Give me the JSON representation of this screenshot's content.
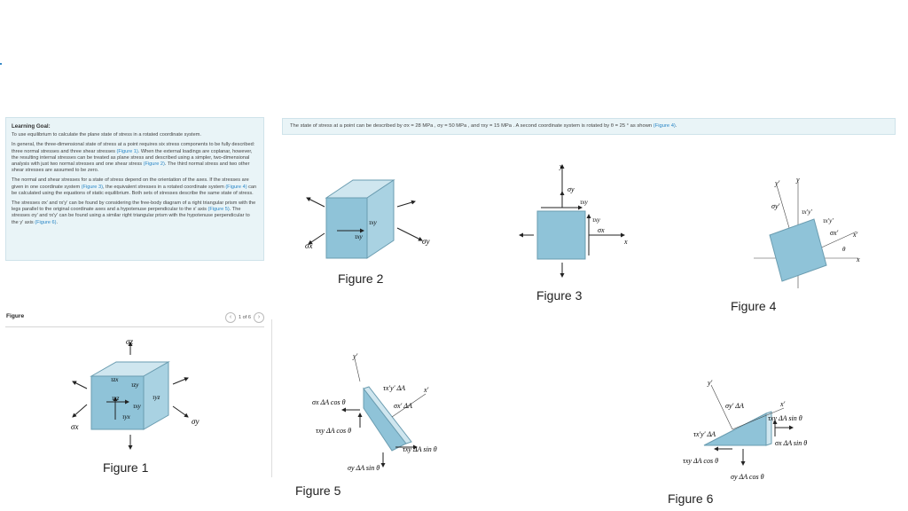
{
  "learning_goal": {
    "title": "Learning Goal:",
    "intro": "To use equilibrium to calculate the plane state of stress in a rotated coordinate system.",
    "p1_a": "In general, the three-dimensional state of stress at a point requires six stress components to be fully described: three normal stresses and three shear stresses",
    "p1_fig1": "(Figure 1)",
    "p1_b": ". When the external loadings are coplanar, however, the resulting internal stresses can be treated as plane stress and described using a simpler, two-dimensional analysis with just two normal stresses and one shear stress",
    "p1_fig2": "(Figure 2)",
    "p1_c": ". The third normal stress and two other shear stresses are assumed to be zero.",
    "p2_a": "The normal and shear stresses for a state of stress depend on the orientation of the axes. If the stresses are given in one coordinate system",
    "p2_fig3": "(Figure 3)",
    "p2_b": ", the equivalent stresses in a rotated coordinate system",
    "p2_fig4": "(Figure 4)",
    "p2_c": "can be calculated using the equations of static equilibrium. Both sets of stresses describe the same state of stress.",
    "p3_a": "The stresses σx′ and τx′y′ can be found by considering the free-body diagram of a right triangular prism with the legs parallel to the original coordinate axes and a hypotenuse perpendicular to the x′ axis",
    "p3_fig5": "(Figure 5)",
    "p3_b": ". The stresses σy′ and τx′y′ can be found using a similar right triangular prism with the hypotenuse perpendicular to the y′ axis",
    "p3_fig6": "(Figure 6)",
    "p3_c": "."
  },
  "problem": {
    "a": "The state of stress at a point can be described by σx = 28 MPa , σy = 50 MPa , and τxy = 15 MPa . A second coordinate system is rotated by θ = 25 ° as shown",
    "fig": "(Figure 4)",
    "b": "."
  },
  "figure_panel": {
    "label": "Figure",
    "pager": "1 of 6",
    "prev": "‹",
    "next": "›"
  },
  "captions": {
    "fig1": "Figure 1",
    "fig2": "Figure 2",
    "fig3": "Figure 3",
    "fig4": "Figure 4",
    "fig5": "Figure 5",
    "fig6": "Figure 6"
  },
  "labels": {
    "sx": "σx",
    "sy": "σy",
    "sz": "σz",
    "txy": "τxy",
    "txz": "τxz",
    "tyz": "τyz",
    "tzx": "τzx",
    "tzy": "τzy",
    "tyx": "τyx",
    "x": "x",
    "y": "y",
    "xp": "x′",
    "yp": "y′",
    "sxp": "σx′",
    "syp": "σy′",
    "txpyp": "τx′y′",
    "theta": "θ",
    "f5_sx": "σx ΔA cos θ",
    "f5_txy1": "τxy ΔA cos θ",
    "f5_txyp": "τx′y′ ΔA",
    "f5_sxp": "σx′ ΔA",
    "f5_txy2": "τxy ΔA sin θ",
    "f5_sy": "σy ΔA sin θ",
    "f6_syp": "σy′ ΔA",
    "f6_txy1": "τxy ΔA sin θ",
    "f6_txyp": "τx′y′ ΔA",
    "f6_sx": "σx ΔA sin θ",
    "f6_txy2": "τxy ΔA cos θ",
    "f6_sy": "σy ΔA cos θ"
  }
}
